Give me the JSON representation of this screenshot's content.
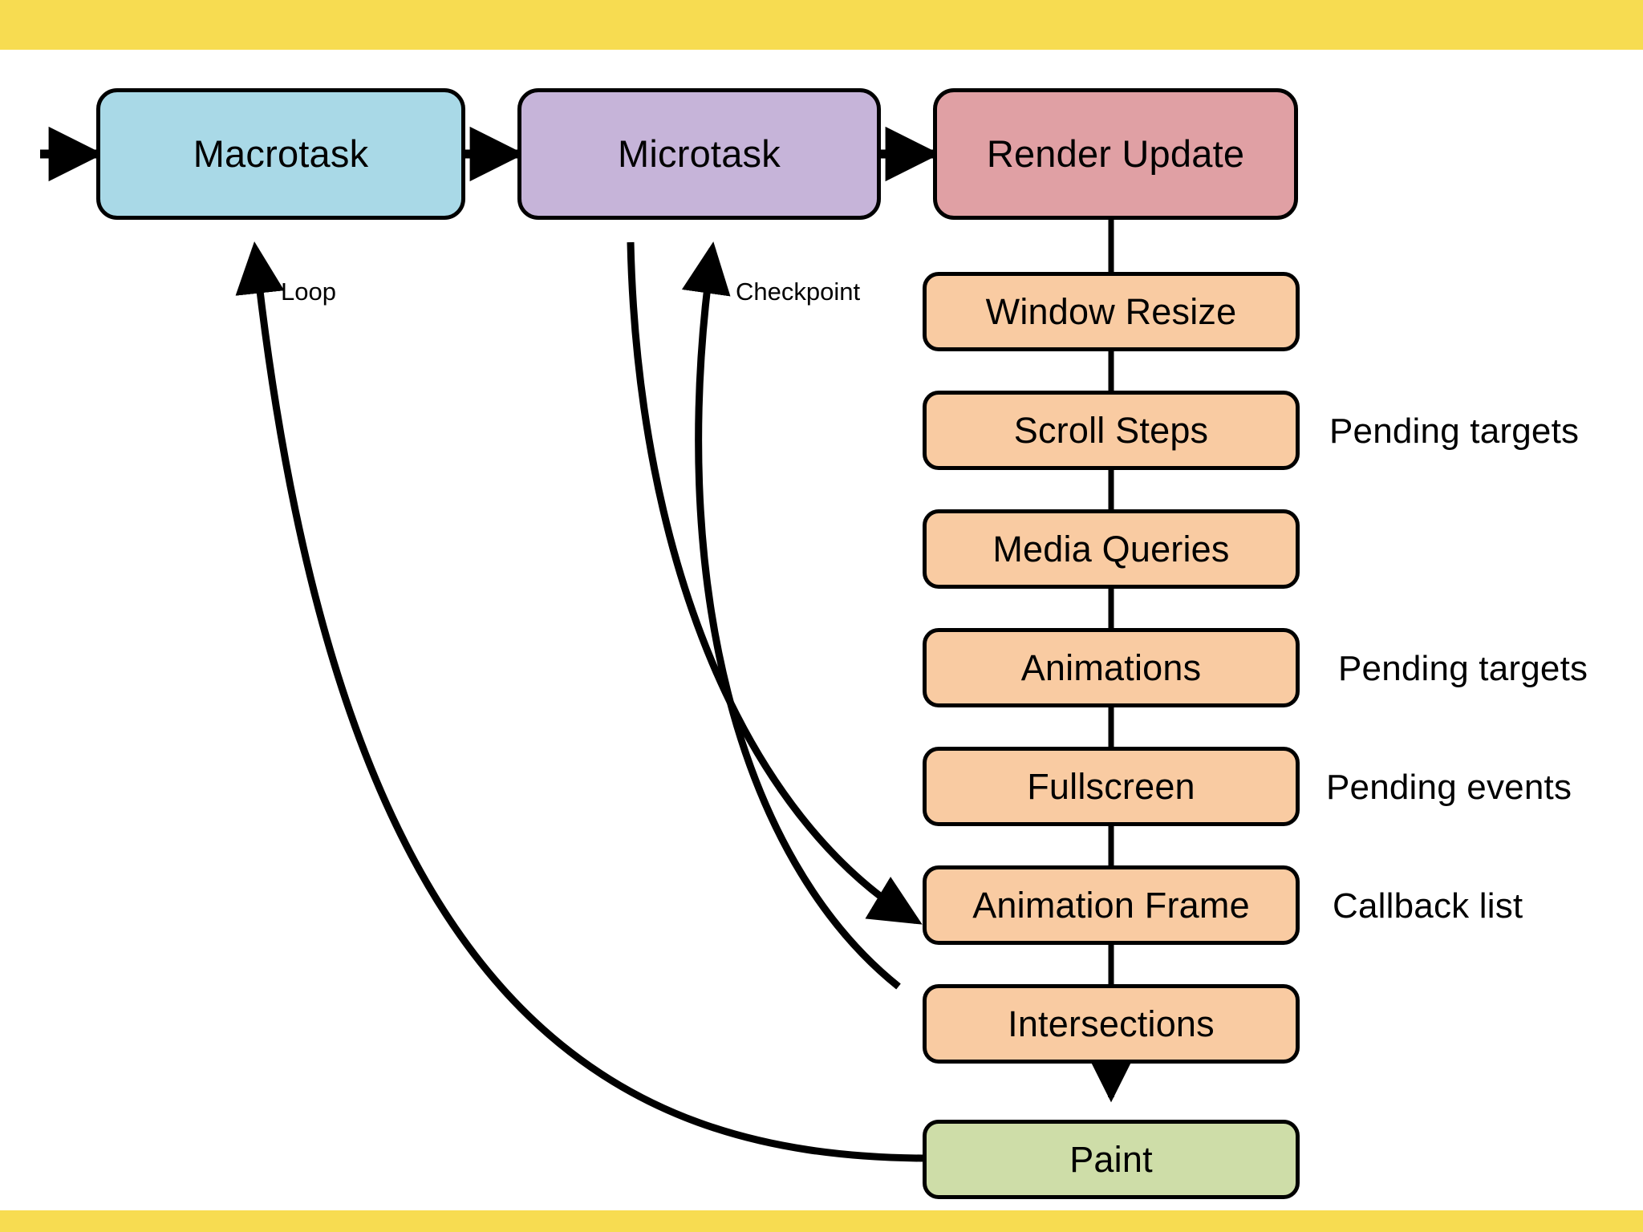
{
  "theme": {
    "band_color": "#f7dc51",
    "page_background": "#ffffff",
    "stroke_color": "#000000",
    "macrotask_fill": "#a9d9e7",
    "microtask_fill": "#c6b4d9",
    "render_update_fill": "#e0a0a4",
    "step_fill": "#f9cba2",
    "paint_fill": "#cedda8"
  },
  "pipeline": {
    "stages": [
      {
        "id": "macrotask",
        "label": "Macrotask"
      },
      {
        "id": "microtask",
        "label": "Microtask"
      },
      {
        "id": "render-update",
        "label": "Render Update"
      }
    ]
  },
  "render_steps": [
    {
      "id": "window-resize",
      "label": "Window Resize",
      "note": ""
    },
    {
      "id": "scroll-steps",
      "label": "Scroll Steps",
      "note": "Pending targets"
    },
    {
      "id": "media-queries",
      "label": "Media Queries",
      "note": ""
    },
    {
      "id": "animations",
      "label": "Animations",
      "note": "Pending targets"
    },
    {
      "id": "fullscreen",
      "label": "Fullscreen",
      "note": "Pending events"
    },
    {
      "id": "animation-frame",
      "label": "Animation Frame",
      "note": "Callback list"
    },
    {
      "id": "intersections",
      "label": "Intersections",
      "note": ""
    }
  ],
  "paint": {
    "id": "paint",
    "label": "Paint"
  },
  "edge_labels": {
    "loop": "Loop",
    "checkpoint": "Checkpoint"
  }
}
